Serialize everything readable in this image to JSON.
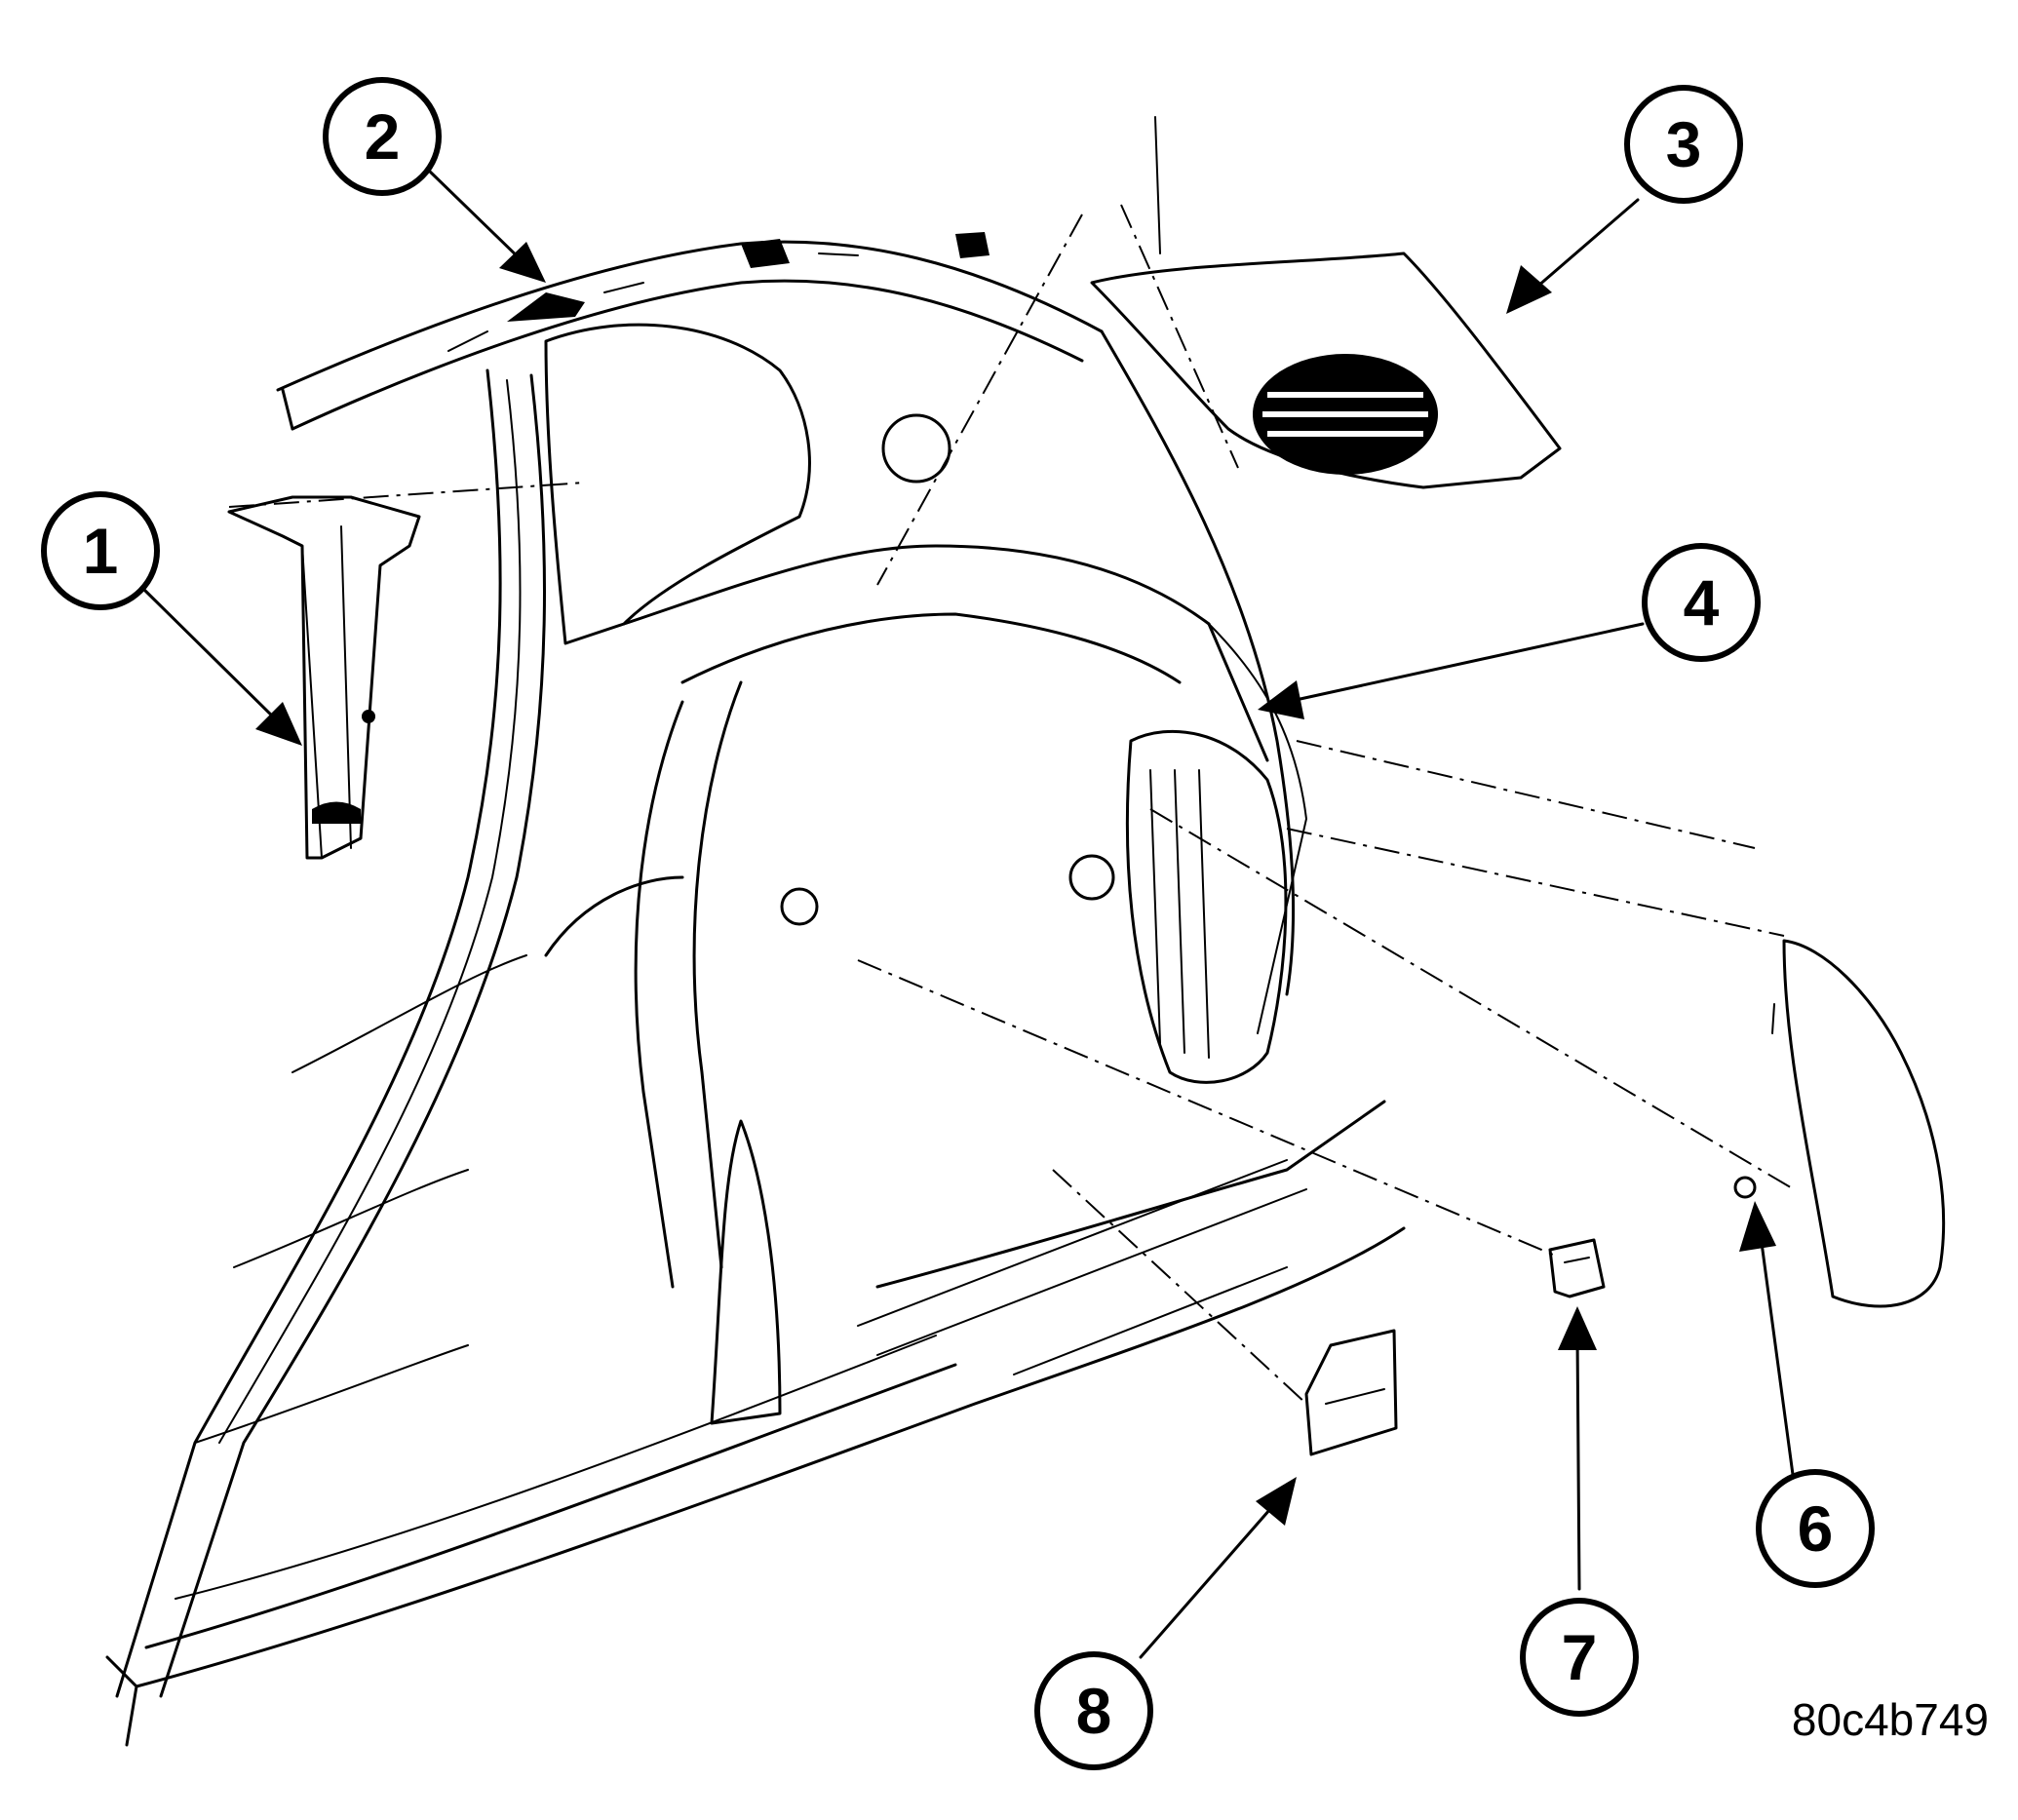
{
  "callouts": [
    {
      "num": "1"
    },
    {
      "num": "2"
    },
    {
      "num": "3"
    },
    {
      "num": "4"
    },
    {
      "num": "6"
    },
    {
      "num": "7"
    },
    {
      "num": "8"
    }
  ],
  "figure_code": "80c4b749"
}
